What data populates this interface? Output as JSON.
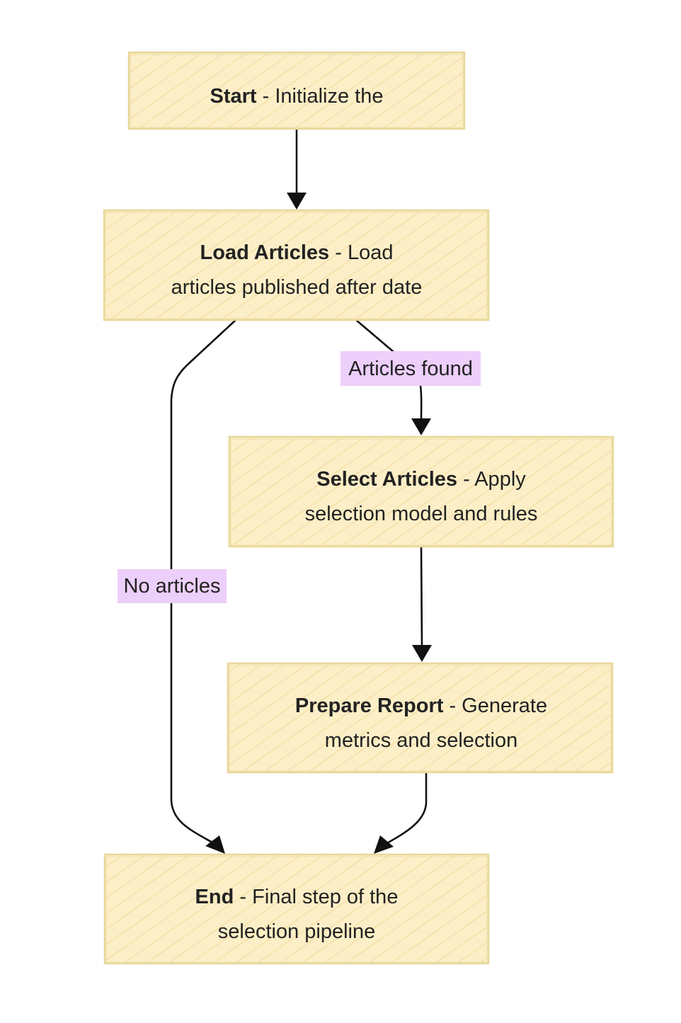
{
  "diagram": {
    "type": "flowchart",
    "colors": {
      "node_fill": "#fcefc8",
      "node_border": "#e8d79a",
      "hatch": "#f6dfa5",
      "edge": "#111111",
      "edge_label_bg": "#eccffa",
      "text": "#222222"
    },
    "nodes": {
      "start": {
        "bold": "Start",
        "lines": [
          " - Initialize the"
        ]
      },
      "load": {
        "bold": "Load Articles",
        "lines": [
          " - Load",
          "articles published after date"
        ]
      },
      "select": {
        "bold": "Select Articles",
        "lines": [
          " - Apply",
          "selection model and rules"
        ]
      },
      "report": {
        "bold": "Prepare Report",
        "lines": [
          " - Generate",
          "metrics and selection"
        ]
      },
      "end": {
        "bold": "End",
        "lines": [
          " - Final step of the",
          "selection pipeline"
        ]
      }
    },
    "edges": {
      "start_to_load": {
        "label": ""
      },
      "load_to_select": {
        "label": "Articles found"
      },
      "load_to_end": {
        "label": "No articles"
      },
      "select_to_report": {
        "label": ""
      },
      "report_to_end": {
        "label": ""
      }
    }
  }
}
